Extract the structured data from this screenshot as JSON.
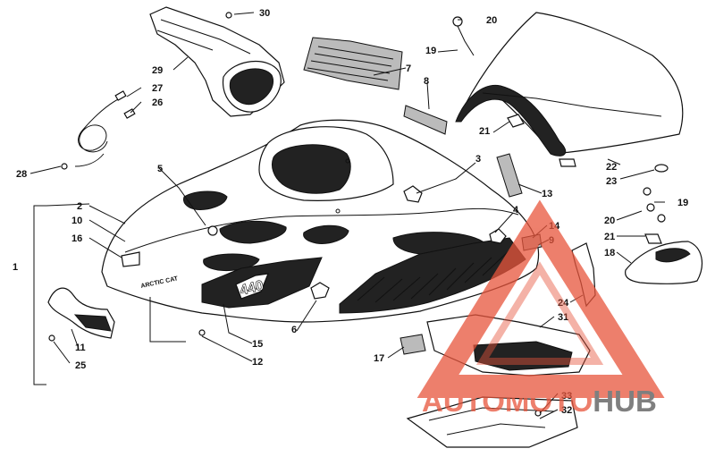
{
  "diagram": {
    "callouts": [
      {
        "id": "c1",
        "label": "1"
      },
      {
        "id": "c2",
        "label": "2"
      },
      {
        "id": "c3",
        "label": "3"
      },
      {
        "id": "c4",
        "label": "4"
      },
      {
        "id": "c5",
        "label": "5"
      },
      {
        "id": "c6",
        "label": "6"
      },
      {
        "id": "c7",
        "label": "7"
      },
      {
        "id": "c8",
        "label": "8"
      },
      {
        "id": "c9",
        "label": "9"
      },
      {
        "id": "c10",
        "label": "10"
      },
      {
        "id": "c11",
        "label": "11"
      },
      {
        "id": "c12",
        "label": "12"
      },
      {
        "id": "c13",
        "label": "13"
      },
      {
        "id": "c14",
        "label": "14"
      },
      {
        "id": "c15",
        "label": "15"
      },
      {
        "id": "c16",
        "label": "16"
      },
      {
        "id": "c17",
        "label": "17"
      },
      {
        "id": "c18",
        "label": "18"
      },
      {
        "id": "c19a",
        "label": "19"
      },
      {
        "id": "c19b",
        "label": "19"
      },
      {
        "id": "c20a",
        "label": "20"
      },
      {
        "id": "c20b",
        "label": "20"
      },
      {
        "id": "c21a",
        "label": "21"
      },
      {
        "id": "c21b",
        "label": "21"
      },
      {
        "id": "c22",
        "label": "22"
      },
      {
        "id": "c23",
        "label": "23"
      },
      {
        "id": "c24",
        "label": "24"
      },
      {
        "id": "c25",
        "label": "25"
      },
      {
        "id": "c26",
        "label": "26"
      },
      {
        "id": "c27",
        "label": "27"
      },
      {
        "id": "c28",
        "label": "28"
      },
      {
        "id": "c29",
        "label": "29"
      },
      {
        "id": "c30",
        "label": "30"
      },
      {
        "id": "c31",
        "label": "31"
      },
      {
        "id": "c32",
        "label": "32"
      },
      {
        "id": "c33",
        "label": "33"
      }
    ],
    "decals": {
      "brand": "ARCTIC CAT",
      "model": "440"
    }
  },
  "watermark": {
    "part1": "AUTO",
    "part2": "MOTO",
    "part3": "HUB",
    "colors": {
      "accent": "#e8553c",
      "dark": "#555555"
    }
  }
}
